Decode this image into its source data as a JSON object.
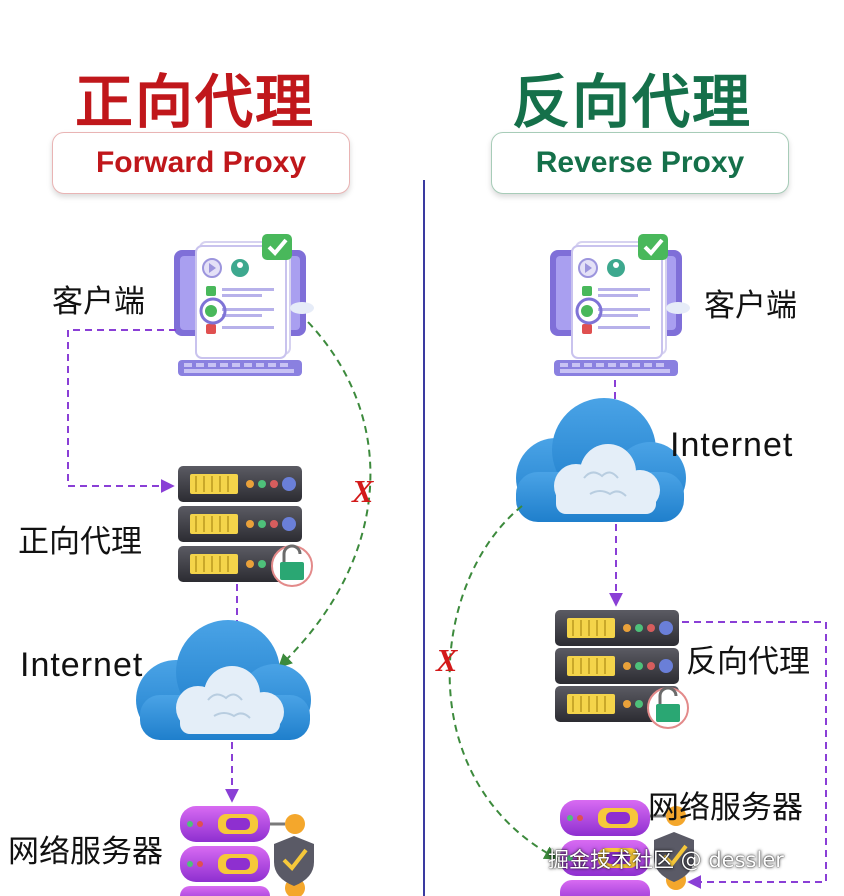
{
  "colors": {
    "forward_title": "#c0171b",
    "reverse_title": "#15704a",
    "purple_line": "#8a3fd6",
    "green_line": "#3c8a3c",
    "blocked_x": "#d31a1a",
    "divider": "#3a3aa0"
  },
  "forward": {
    "title_cn": "正向代理",
    "title_en": "Forward Proxy",
    "client_label": "客户端",
    "proxy_label": "正向代理",
    "internet_label": "Internet",
    "server_label": "网络服务器",
    "blocked_mark": "X"
  },
  "reverse": {
    "title_cn": "反向代理",
    "title_en": "Reverse Proxy",
    "client_label": "客户端",
    "internet_label": "Internet",
    "proxy_label": "反向代理",
    "server_label": "网络服务器",
    "blocked_mark": "X"
  },
  "watermark": "掘金技术社区 @ dessler"
}
